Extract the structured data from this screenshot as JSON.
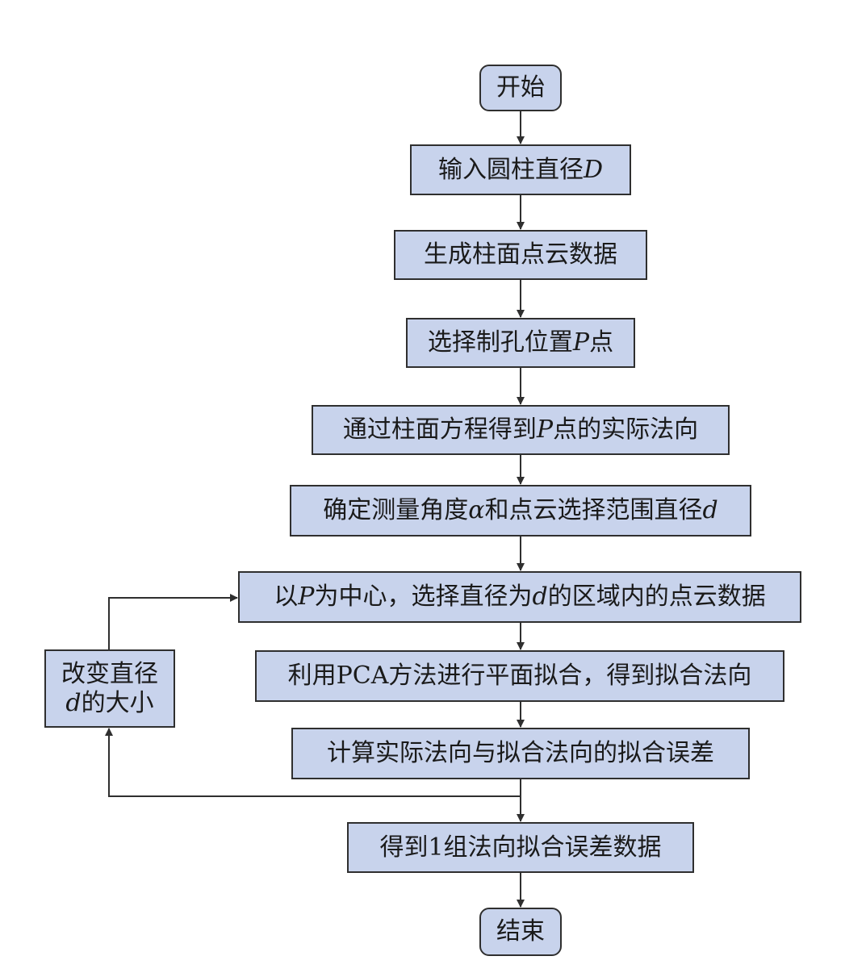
{
  "colors": {
    "box_fill": "#c8d3ec",
    "box_border": "#2f2f2f",
    "line": "#2f2f2f"
  },
  "steps": {
    "start": "开始",
    "input": {
      "pre": "输入圆柱直径",
      "var": "D"
    },
    "generate": "生成柱面点云数据",
    "select_p": {
      "pre": "选择制孔位置",
      "var": "P",
      "post": "点"
    },
    "normal": {
      "pre": "通过柱面方程得到",
      "var": "P",
      "post": "点的实际法向"
    },
    "determine": {
      "pre": "确定测量角度",
      "var1": "α",
      "mid": "和点云选择范围直径",
      "var2": "d"
    },
    "select_region": {
      "pre": "以",
      "var1": "P",
      "mid": "为中心，选择直径为",
      "var2": "d",
      "post": "的区域内的点云数据"
    },
    "fit": "利用PCA方法进行平面拟合，得到拟合法向",
    "compute": "计算实际法向与拟合法向的拟合误差",
    "result": "得到1组法向拟合误差数据",
    "end": "结束"
  },
  "side": {
    "line1": "改变直径",
    "line2_var": "d",
    "line2_post": "的大小"
  }
}
